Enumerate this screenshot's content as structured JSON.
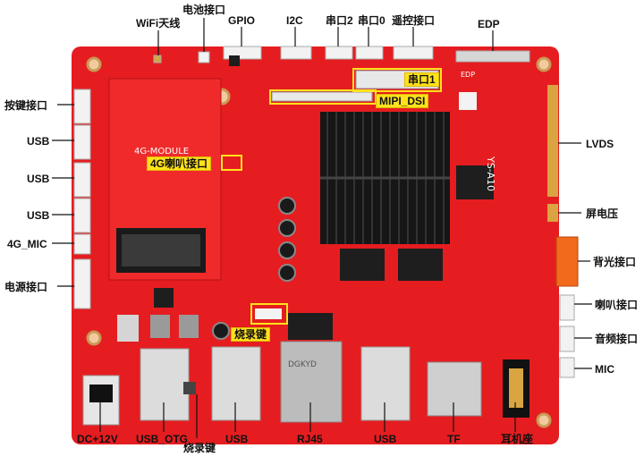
{
  "board": {
    "model": "YS-A10",
    "module_silk": "4G-MODULE",
    "edp_silk": "EDP",
    "ethernet_brand": "DGKYD"
  },
  "labels": {
    "top": {
      "wifi": "WiFi天线",
      "battery": "电池接口",
      "gpio": "GPIO",
      "i2c": "I2C",
      "uart2": "串口2",
      "uart0": "串口0",
      "remote": "遥控接口",
      "edp": "EDP"
    },
    "left": {
      "keys": "按键接口",
      "usb1": "USB",
      "usb2": "USB",
      "usb3": "USB",
      "mic_4g": "4G_MIC",
      "power": "电源接口"
    },
    "right": {
      "lvds": "LVDS",
      "screen_voltage": "屏电压",
      "backlight": "背光接口",
      "speaker": "喇叭接口",
      "audio": "音频接口",
      "mic": "MIC"
    },
    "bottom": {
      "dc": "DC+12V",
      "usb_otg": "USB_OTG",
      "burn_key_bottom": "烧录键",
      "usb_a": "USB",
      "rj45": "RJ45",
      "usb_b": "USB",
      "tf": "TF",
      "earphone": "耳机座"
    },
    "onboard": {
      "uart1": "串口1",
      "mipi": "MIPI_DSI",
      "speaker_4g": "4G喇叭接口",
      "burn_key": "烧录键"
    }
  },
  "colors": {
    "pcb": "#e51d20",
    "highlight": "#ffe21a",
    "heatsink": "#161616"
  }
}
